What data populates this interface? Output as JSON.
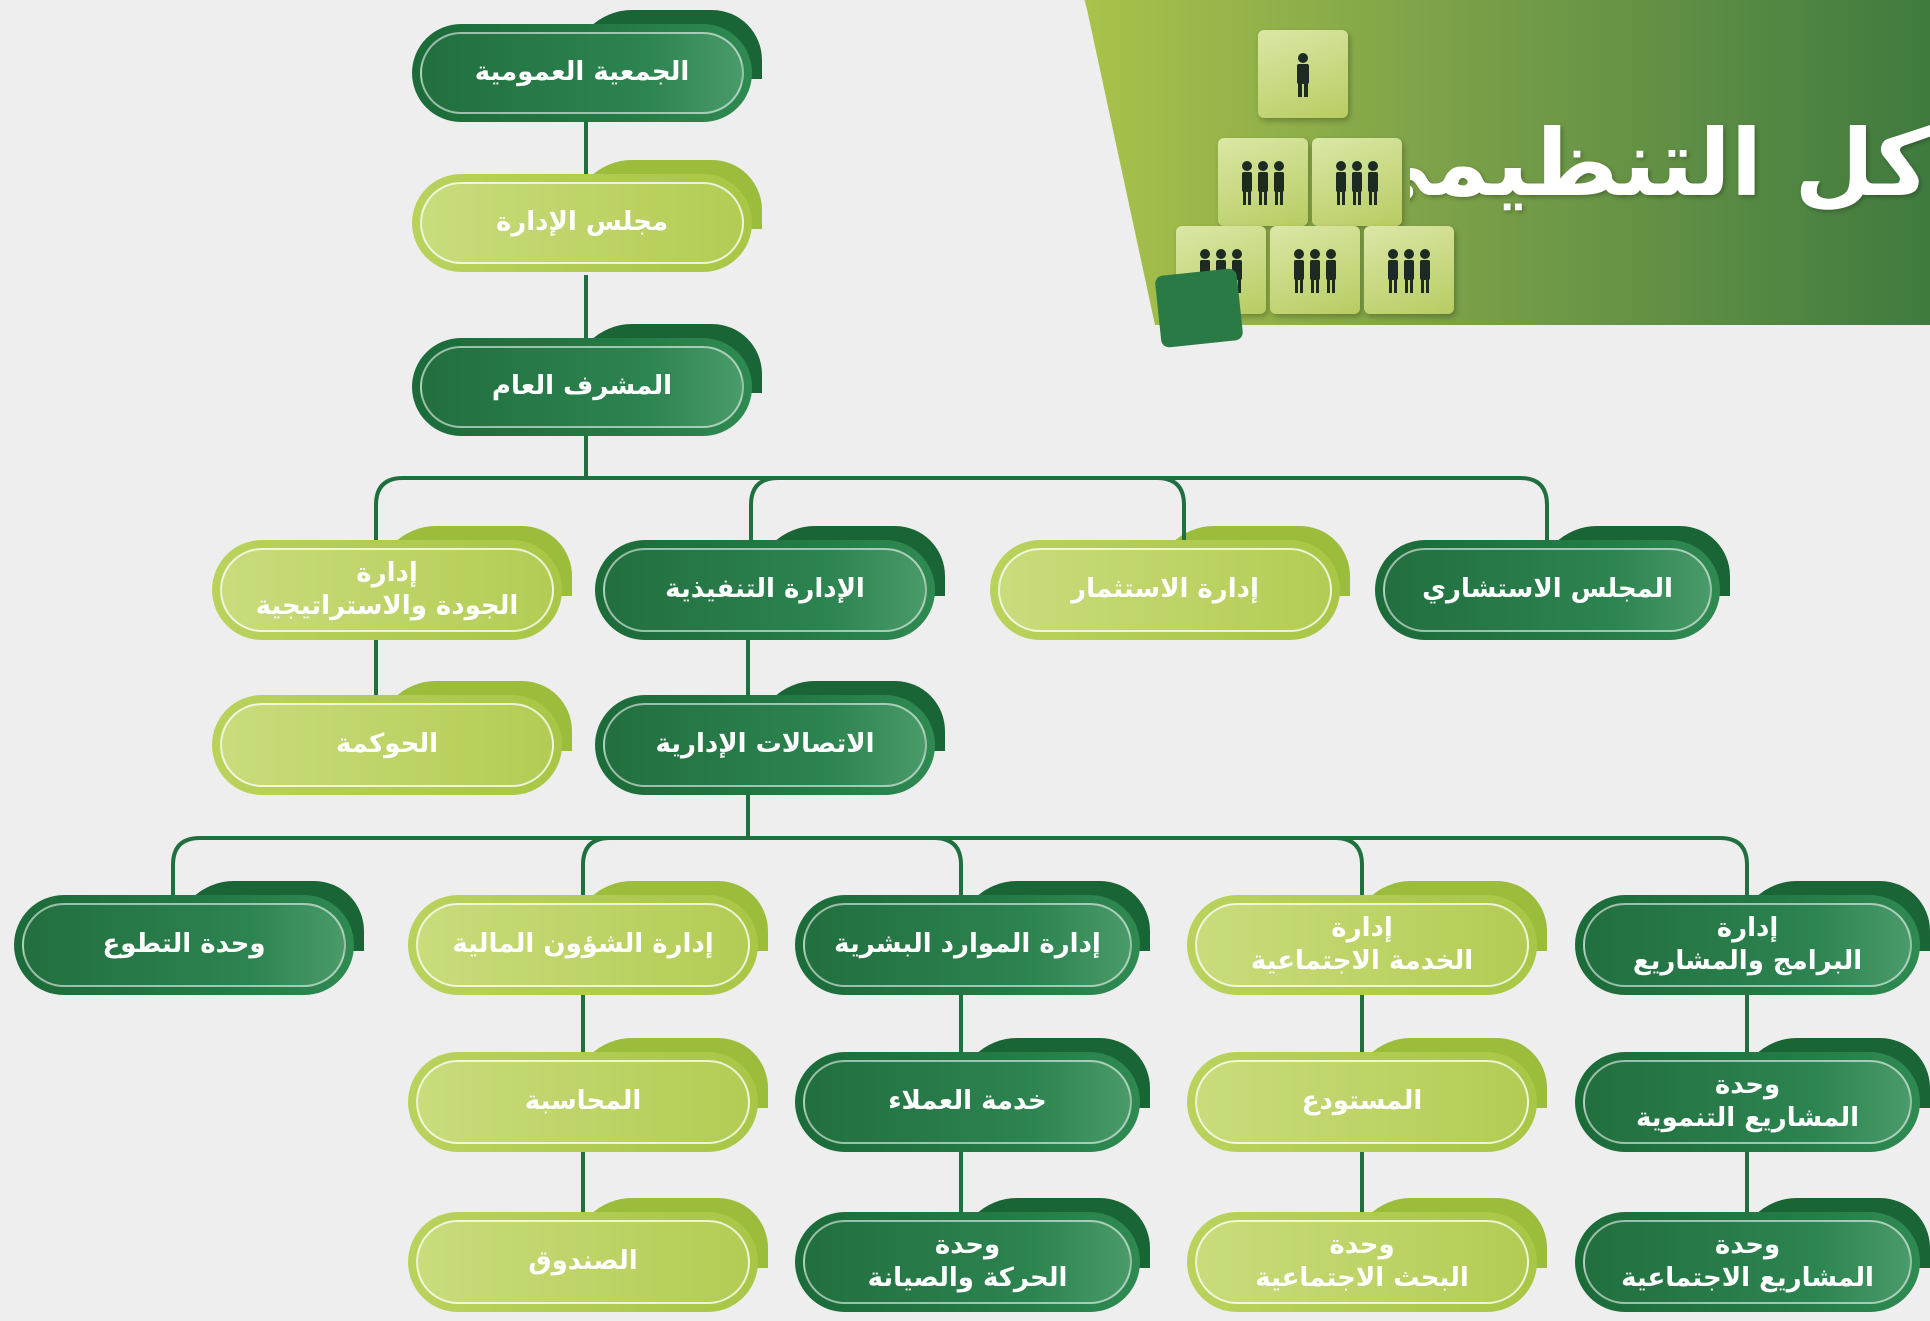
{
  "header": {
    "title": "كل التنظيمي"
  },
  "colors": {
    "dark_green": "#1f703e",
    "light_green": "#b3cc54",
    "connector": "#1f703e",
    "background": "#eeeeee"
  },
  "icons": [
    "people-cube-icon"
  ],
  "nodes": {
    "general_assembly": "الجمعية العمومية",
    "board": "مجلس الإدارة",
    "general_supervisor": "المشرف العام",
    "advisory_council": "المجلس الاستشاري",
    "investment": "إدارة الاستثمار",
    "executive": "الإدارة التنفيذية",
    "quality_line1": "إدارة",
    "quality_line2": "الجودة والاستراتيجية",
    "governance": "الحوكمة",
    "admin_comms": "الاتصالات الإدارية",
    "volunteer": "وحدة التطوع",
    "finance": "إدارة الشؤون المالية",
    "hr": "إدارة الموارد البشرية",
    "social_service_line1": "إدارة",
    "social_service_line2": "الخدمة الاجتماعية",
    "programs_line1": "إدارة",
    "programs_line2": "البرامج والمشاريع",
    "accounting": "المحاسبة",
    "fund": "الصندوق",
    "customer_service": "خدمة العملاء",
    "maintenance_line1": "وحدة",
    "maintenance_line2": "الحركة والصيانة",
    "warehouse": "المستودع",
    "social_research_line1": "وحدة",
    "social_research_line2": "البحث الاجتماعية",
    "dev_projects_line1": "وحدة",
    "dev_projects_line2": "المشاريع التنموية",
    "social_projects_line1": "وحدة",
    "social_projects_line2": "المشاريع الاجتماعية"
  }
}
